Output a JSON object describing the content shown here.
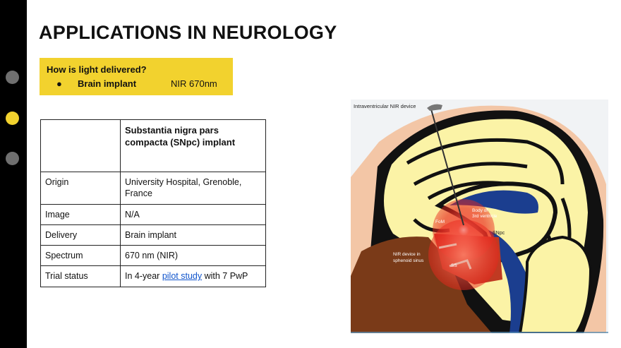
{
  "slide": {
    "title": "APPLICATIONS IN NEUROLOGY"
  },
  "callout": {
    "question": "How is light delivered?",
    "bullet": "●",
    "method": "Brain implant",
    "wavelength": "NIR 670nm"
  },
  "table": {
    "header": "Substantia nigra pars compacta (SNpc) implant",
    "rows": [
      {
        "label": "Origin",
        "value": "University Hospital, Grenoble, France"
      },
      {
        "label": "Image",
        "value": "N/A"
      },
      {
        "label": "Delivery",
        "value": "Brain implant"
      },
      {
        "label": "Spectrum",
        "value": "670 nm (NIR)"
      }
    ],
    "trial": {
      "label": "Trial status",
      "prefix": "In 4-year ",
      "link": "pilot study",
      "suffix": " with 7 PwP"
    }
  },
  "figure": {
    "device_label": "Intraventricular NIR device",
    "fom": "FoM",
    "ventricle_1": "Body of",
    "ventricle_2": "3rd  ventricle",
    "snpc": "SNpc",
    "sinus_1": "NIR device in",
    "sinus_2": "sphenoid sinus",
    "ss": "SS"
  },
  "colors": {
    "accent_yellow": "#f2d22e",
    "brain_yellow": "#fbf3a6",
    "ventricle_blue": "#1b3e8f",
    "tissue_brown": "#7a3a18",
    "skin": "#f3c6a6",
    "glow_red": "#e8261c"
  }
}
